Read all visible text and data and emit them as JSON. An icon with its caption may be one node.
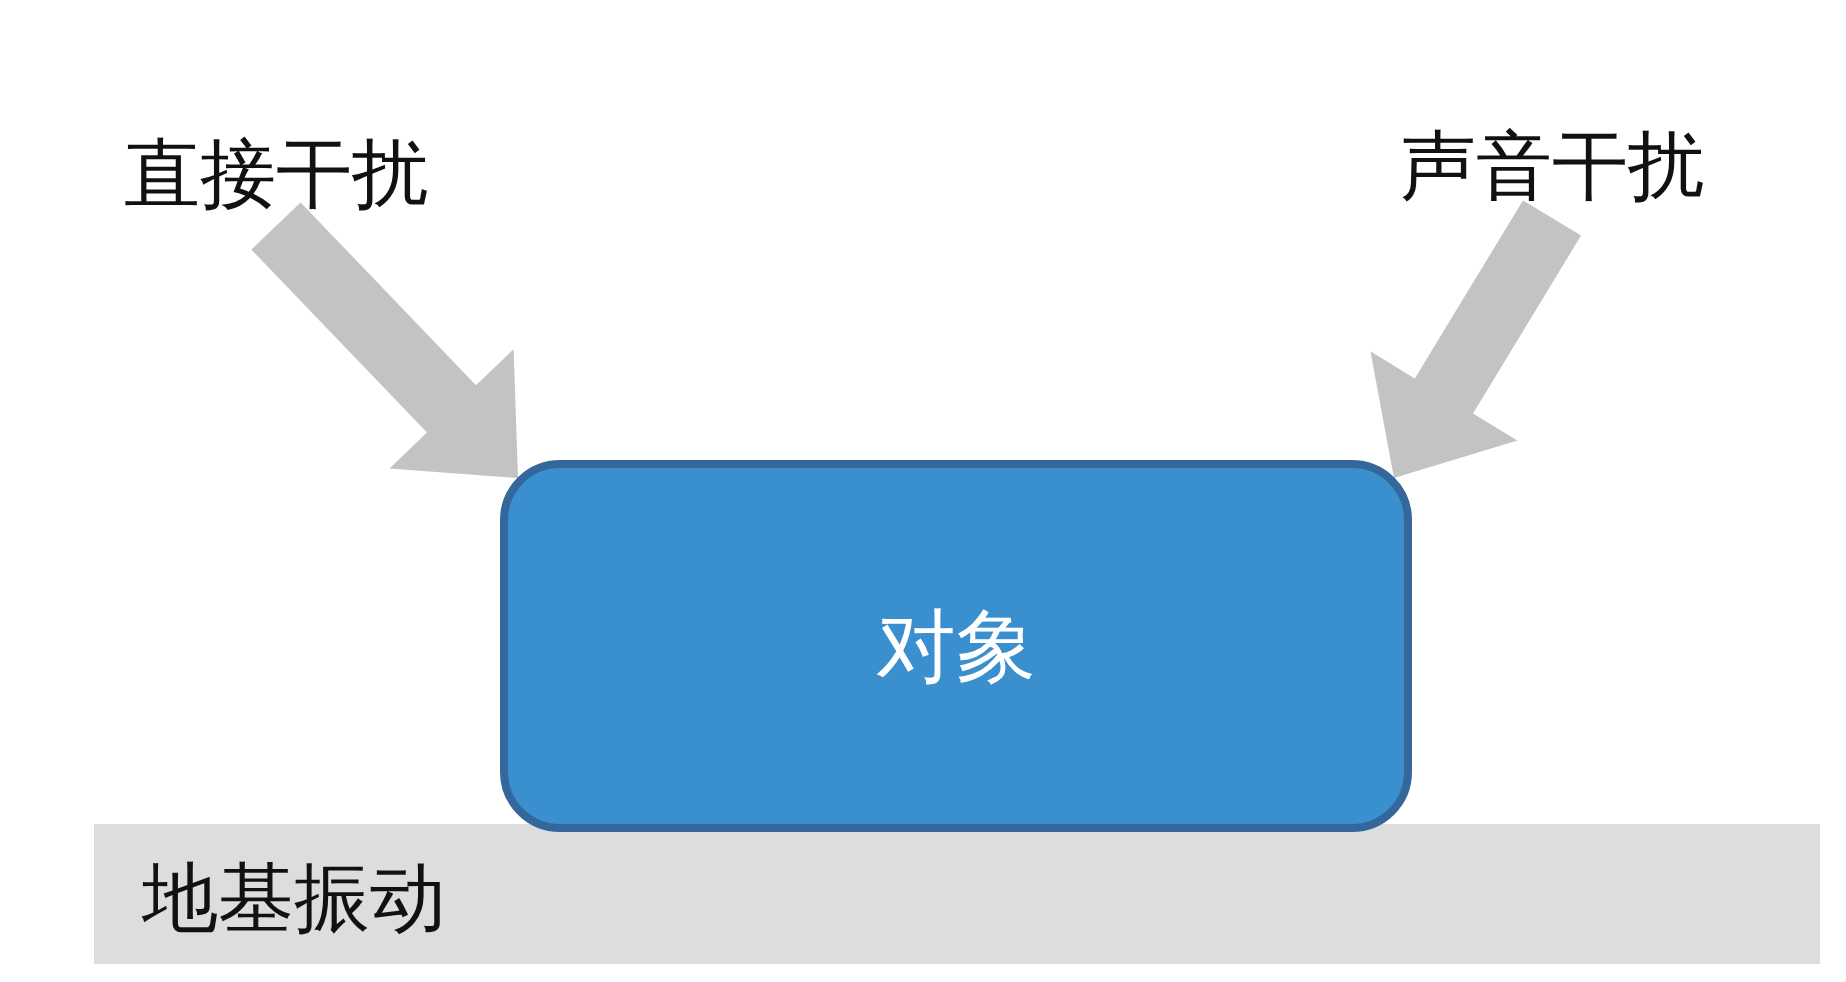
{
  "diagram": {
    "nodes": [
      {
        "text": [
          "直接干扰"
        ]
      },
      {
        "text": [
          "声音干扰"
        ]
      },
      {
        "text": [
          "对象"
        ]
      },
      {
        "text": [
          "地基振动"
        ]
      }
    ],
    "edges": [
      {
        "from": 0,
        "to": 2,
        "arrow": "to",
        "style": "thick",
        "color": "#c3c3c3"
      },
      {
        "from": 1,
        "to": 2,
        "arrow": "to",
        "style": "thick",
        "color": "#c3c3c3"
      }
    ]
  }
}
